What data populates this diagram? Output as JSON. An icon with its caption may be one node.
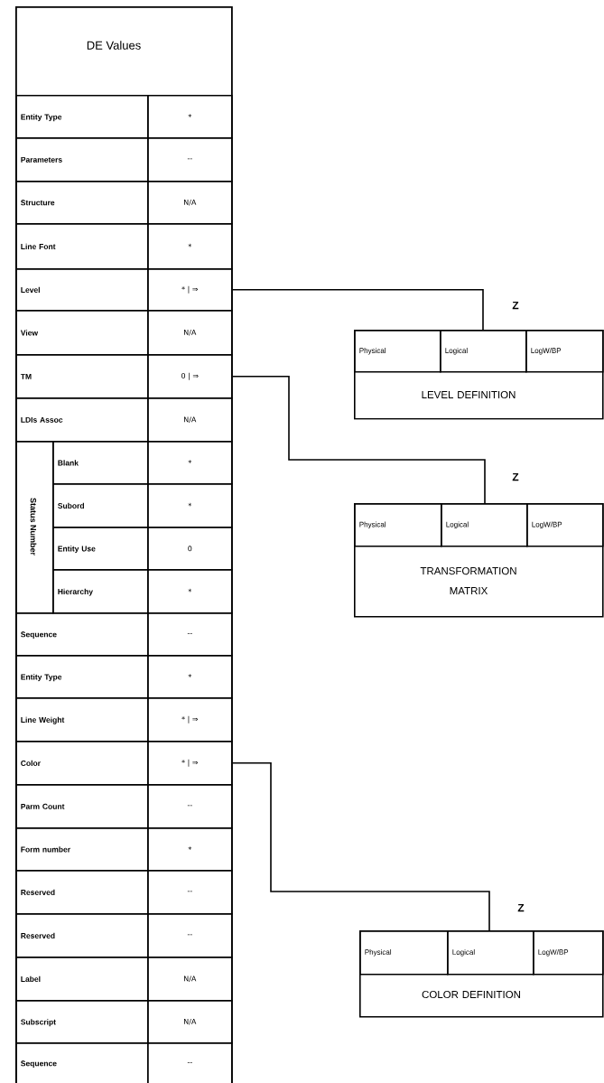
{
  "diagram": {
    "nodes": [
      {
        "text": [
          "DE Values"
        ]
      },
      {
        "text": [
          "Entity Type"
        ],
        "in": 0
      },
      {
        "text": [
          "*"
        ],
        "in": 0
      },
      {
        "text": [
          "Parameters"
        ],
        "in": 0
      },
      {
        "text": [
          "--"
        ],
        "in": 0
      },
      {
        "text": [
          "Structure"
        ],
        "in": 0
      },
      {
        "text": [
          "N/A"
        ],
        "in": 0
      },
      {
        "text": [
          "Line Font"
        ],
        "in": 0
      },
      {
        "text": [
          "*"
        ],
        "in": 0
      },
      {
        "text": [
          "Level"
        ],
        "in": 0
      },
      {
        "text": [
          "* | ⇒"
        ],
        "in": 0
      },
      {
        "text": [
          "View"
        ],
        "in": 0
      },
      {
        "text": [
          "N/A"
        ],
        "in": 0
      },
      {
        "text": [
          "TM"
        ],
        "in": 0
      },
      {
        "text": [
          "0 | ⇒"
        ],
        "in": 0
      },
      {
        "text": [
          "LDIs Assoc"
        ],
        "in": 0
      },
      {
        "text": [
          "N/A"
        ],
        "in": 0
      },
      {
        "text": [
          "Status Number"
        ],
        "in": 0
      },
      {
        "text": [
          "Blank"
        ],
        "in": 0
      },
      {
        "text": [
          "*"
        ],
        "in": 0
      },
      {
        "text": [
          "Subord"
        ],
        "in": 0
      },
      {
        "text": [
          "*"
        ],
        "in": 0
      },
      {
        "text": [
          "Entity Use"
        ],
        "in": 0
      },
      {
        "text": [
          "0"
        ],
        "in": 0
      },
      {
        "text": [
          "Hierarchy"
        ],
        "in": 0
      },
      {
        "text": [
          "*"
        ],
        "in": 0
      },
      {
        "text": [
          "Sequence"
        ],
        "in": 0
      },
      {
        "text": [
          "--"
        ],
        "in": 0
      },
      {
        "text": [
          "Entity Type"
        ],
        "in": 0
      },
      {
        "text": [
          "*"
        ],
        "in": 0
      },
      {
        "text": [
          "Line Weight"
        ],
        "in": 0
      },
      {
        "text": [
          "* | ⇒"
        ],
        "in": 0
      },
      {
        "text": [
          "Color"
        ],
        "in": 0
      },
      {
        "text": [
          "* | ⇒"
        ],
        "in": 0
      },
      {
        "text": [
          "Parm Count"
        ],
        "in": 0
      },
      {
        "text": [
          "--"
        ],
        "in": 0
      },
      {
        "text": [
          "Form number"
        ],
        "in": 0
      },
      {
        "text": [
          "*"
        ],
        "in": 0
      },
      {
        "text": [
          "Reserved"
        ],
        "in": 0
      },
      {
        "text": [
          "--"
        ],
        "in": 0
      },
      {
        "text": [
          "Reserved"
        ],
        "in": 0
      },
      {
        "text": [
          "--"
        ],
        "in": 0
      },
      {
        "text": [
          "Label"
        ],
        "in": 0
      },
      {
        "text": [
          "N/A"
        ],
        "in": 0
      },
      {
        "text": [
          "Subscript"
        ],
        "in": 0
      },
      {
        "text": [
          "N/A"
        ],
        "in": 0
      },
      {
        "text": [
          "Sequence"
        ],
        "in": 0
      },
      {
        "text": [
          "--"
        ],
        "in": 0
      },
      {
        "text": [
          "LEVEL DEFINITION"
        ],
        "beside": [
          "Z"
        ]
      },
      {
        "text": [
          "Physical"
        ],
        "in": 48
      },
      {
        "text": [
          "Logical"
        ],
        "in": 48
      },
      {
        "text": [
          "LogW/BP"
        ],
        "in": 48
      },
      {
        "text": [
          "TRANSFORMATION MATRIX"
        ],
        "beside": [
          "Z"
        ]
      },
      {
        "text": [
          "Physical"
        ],
        "in": 52
      },
      {
        "text": [
          "Logical"
        ],
        "in": 52
      },
      {
        "text": [
          "LogW/BP"
        ],
        "in": 52
      },
      {
        "text": [
          "COLOR DEFINITION"
        ],
        "beside": [
          "Z"
        ]
      },
      {
        "text": [
          "Physical"
        ],
        "in": 56
      },
      {
        "text": [
          "Logical"
        ],
        "in": 56
      },
      {
        "text": [
          "LogW/BP"
        ],
        "in": 56
      }
    ],
    "edges": [
      {
        "from": 10,
        "to": 48,
        "arrow": "none"
      },
      {
        "from": 14,
        "to": 52,
        "arrow": "none"
      },
      {
        "from": 33,
        "to": 56,
        "arrow": "none"
      }
    ]
  }
}
